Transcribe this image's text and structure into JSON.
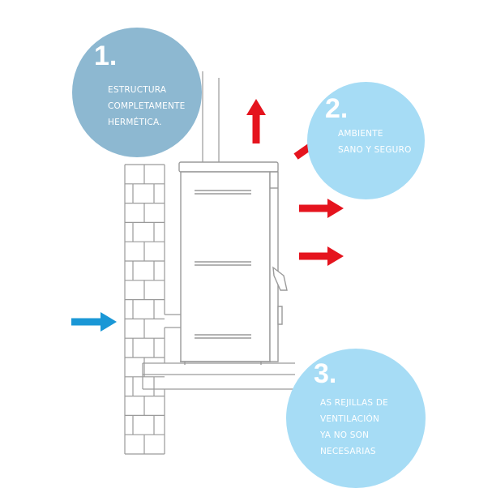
{
  "colors": {
    "bubble_1": "#8db8d1",
    "bubble_2": "#a6dcf5",
    "bubble_3": "#a6dcf5",
    "arrow_hot": "#e5141e",
    "arrow_cold": "#1a97d6",
    "line": "#9a9a9a"
  },
  "bubbles": [
    {
      "number": "1.",
      "lines": [
        "ESTRUCTURA",
        "COMPLETAMENTE",
        "HERMÉTICA."
      ]
    },
    {
      "number": "2.",
      "lines": [
        "AMBIENTE",
        "SANO Y SEGURO"
      ]
    },
    {
      "number": "3.",
      "lines": [
        "AS REJILLAS DE",
        "VENTILACIÓN",
        "YA NO SON",
        "NECESARIAS"
      ]
    }
  ],
  "icons": {
    "arrow_up": "arrow-up-icon",
    "arrow_right": "arrow-right-icon",
    "arrow_up_right": "arrow-up-right-icon"
  }
}
